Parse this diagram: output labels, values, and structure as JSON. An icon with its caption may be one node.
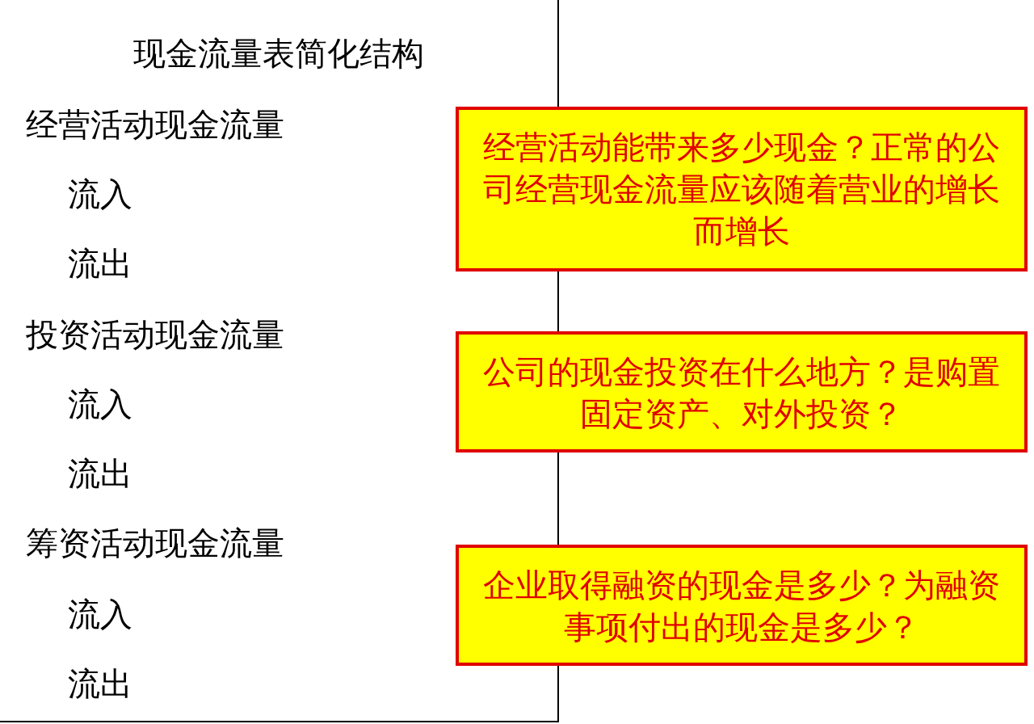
{
  "diagram": {
    "nodes": [
      {
        "text": [
          "现金流量表简化结构",
          "经营活动现金流量",
          "流入",
          "流出",
          "投资活动现金流量",
          "流入",
          "流出",
          "筹资活动现金流量",
          "流入",
          "流出"
        ]
      },
      {
        "text": [
          "经营活动能带来多少现金？正常的公司经营现金流量应该随着营业的增长而增长"
        ]
      },
      {
        "text": [
          "公司的现金投资在什么地方？是购置固定资产、对外投资？"
        ]
      },
      {
        "text": [
          "企业取得融资的现金是多少？为融资事项付出的现金是多少？"
        ]
      }
    ],
    "edges": []
  }
}
